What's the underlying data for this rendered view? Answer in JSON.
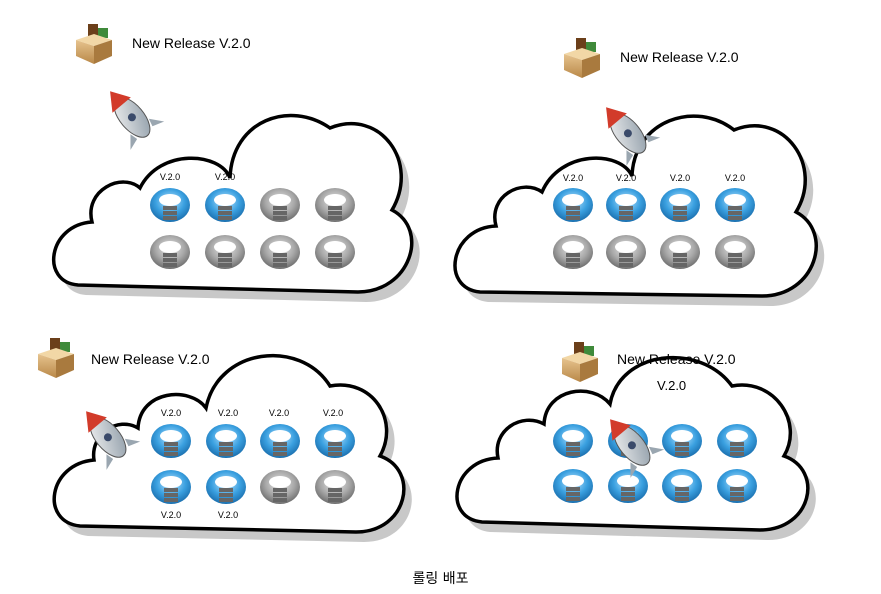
{
  "release_label": "New Release V.2.0",
  "version_label": "V.2.0",
  "caption": "롤링 배포",
  "panels": [
    {
      "updated_servers": [
        "top-1",
        "top-2"
      ]
    },
    {
      "updated_servers": [
        "top-1",
        "top-2",
        "top-3",
        "top-4"
      ]
    },
    {
      "updated_servers": [
        "top-1",
        "top-2",
        "top-3",
        "top-4",
        "bottom-1",
        "bottom-2"
      ]
    },
    {
      "updated_servers": [
        "top-1",
        "top-2",
        "top-3",
        "top-4",
        "bottom-1",
        "bottom-2",
        "bottom-3",
        "bottom-4"
      ]
    }
  ],
  "colors": {
    "updated": "#3aa0e0",
    "old": "#9a9a9a",
    "cloud_stroke": "#000000",
    "cloud_shadow": "#c8c8c8"
  },
  "icons": {
    "box": "package-box-icon",
    "rocket": "rocket-icon",
    "server": "cloud-server-icon"
  }
}
